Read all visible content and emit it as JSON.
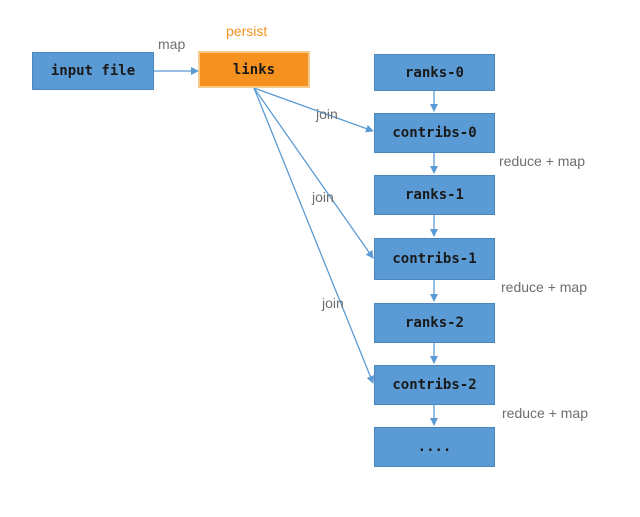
{
  "nodes": {
    "input_file": "input file",
    "links": "links",
    "ranks_0": "ranks-0",
    "contribs_0": "contribs-0",
    "ranks_1": "ranks-1",
    "contribs_1": "contribs-1",
    "ranks_2": "ranks-2",
    "contribs_2": "contribs-2",
    "more": "...."
  },
  "labels": {
    "map": "map",
    "persist": "persist",
    "join": "join",
    "reduce_map": "reduce + map"
  },
  "colors": {
    "node_blue": "#5b9bd5",
    "links_orange": "#f5921f",
    "persist_text": "#f5921f",
    "edge": "#5b9bd5",
    "label_text": "#6e6e6e"
  }
}
